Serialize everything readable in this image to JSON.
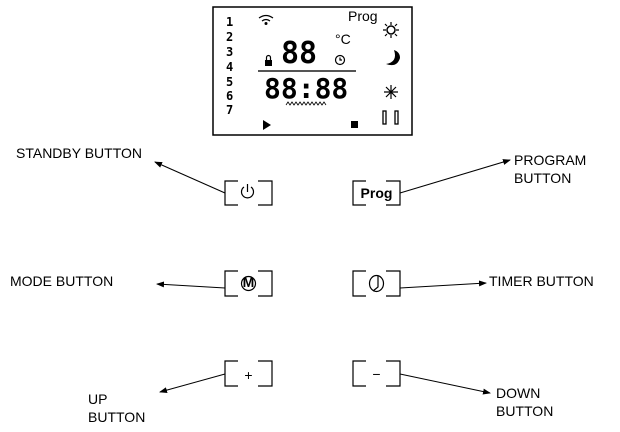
{
  "display": {
    "days": [
      "1",
      "2",
      "3",
      "4",
      "5",
      "6",
      "7"
    ],
    "prog_label": "Prog",
    "temp_digits": "88",
    "temp_unit": "°C",
    "time_digits": "88:88"
  },
  "buttons": {
    "standby": {
      "label": "STANDBY BUTTON",
      "glyph": "power-icon"
    },
    "program": {
      "label_line1": "PROGRAM",
      "label_line2": "BUTTON",
      "key_text": "Prog"
    },
    "mode": {
      "label": "MODE BUTTON",
      "key_text": "M"
    },
    "timer": {
      "label": "TIMER BUTTON",
      "glyph": "clock-icon"
    },
    "up": {
      "label_line1": "UP",
      "label_line2": "BUTTON",
      "key_text": "+"
    },
    "down": {
      "label_line1": "DOWN",
      "label_line2": "BUTTON",
      "key_text": "−"
    }
  }
}
